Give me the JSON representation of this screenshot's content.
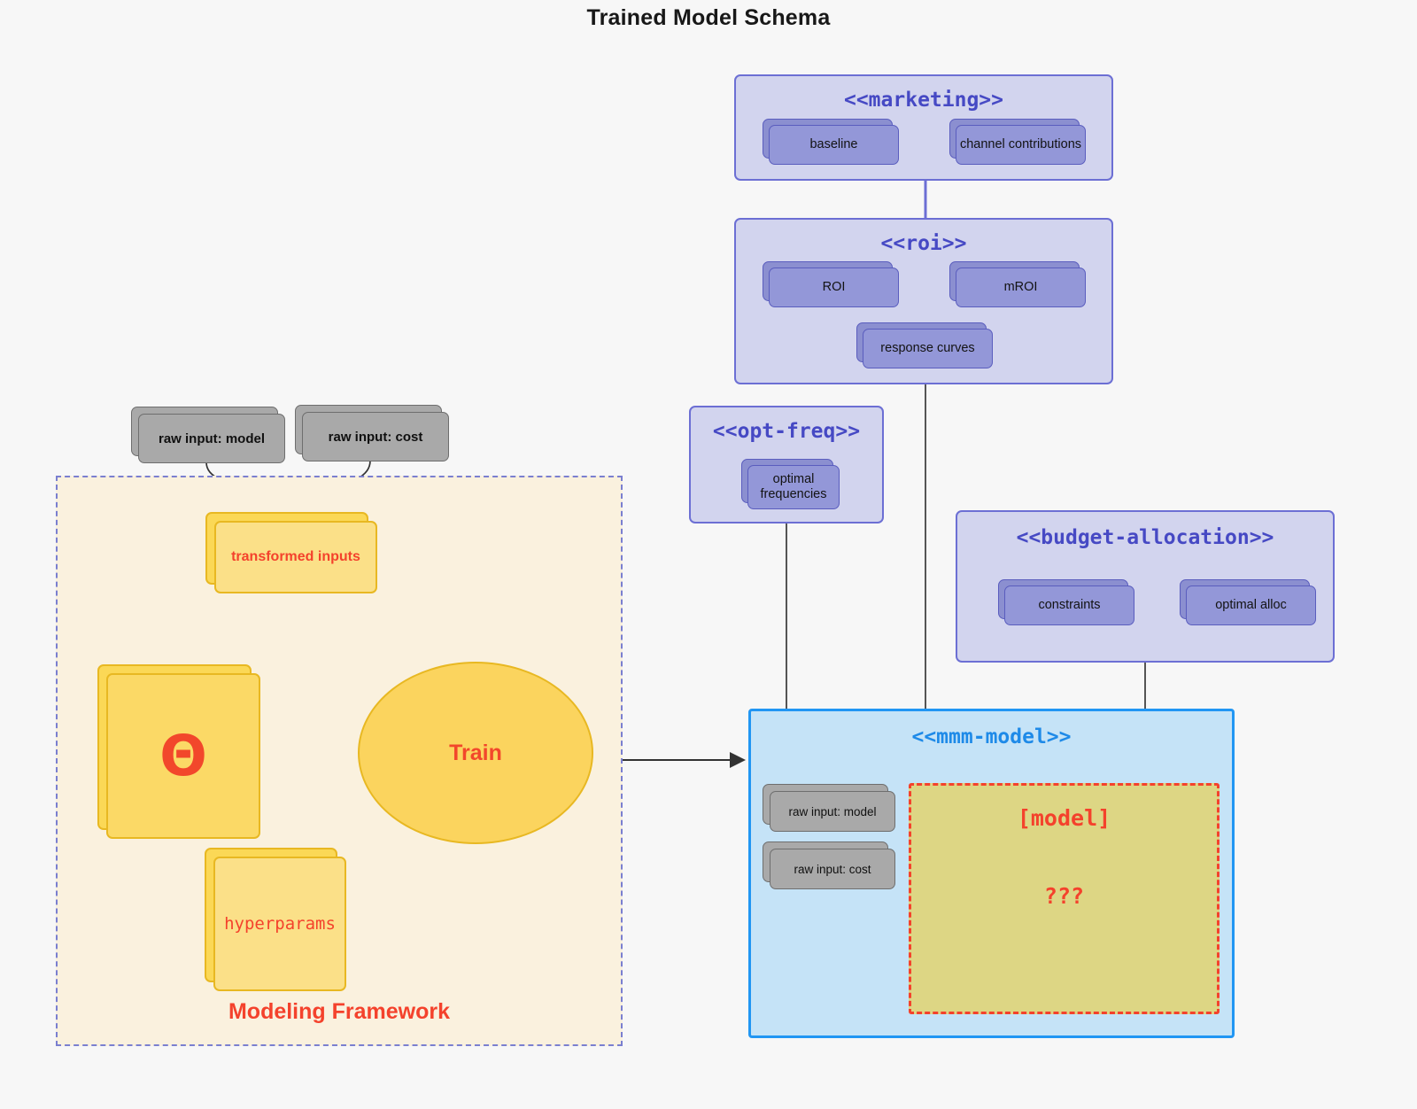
{
  "title": "Trained Model Schema",
  "packages": [
    {
      "id": "marketing",
      "stereotype": "<<marketing>>",
      "items": [
        {
          "label": "baseline"
        },
        {
          "label": "channel contributions"
        }
      ]
    },
    {
      "id": "roi",
      "stereotype": "<<roi>>",
      "items": [
        {
          "label": "ROI"
        },
        {
          "label": "mROI"
        },
        {
          "label": "response curves"
        }
      ]
    },
    {
      "id": "opt-freq",
      "stereotype": "<<opt-freq>>",
      "items": [
        {
          "label": "optimal\nfrequencies"
        }
      ]
    },
    {
      "id": "budget-allocation",
      "stereotype": "<<budget-allocation>>",
      "items": [
        {
          "label": "constraints"
        },
        {
          "label": "optimal alloc"
        }
      ]
    },
    {
      "id": "mmm-model",
      "stereotype": "<<mmm-model>>",
      "items": [
        {
          "label": "raw input: model"
        },
        {
          "label": "raw input: cost"
        }
      ],
      "placeholder": {
        "name": "[model]",
        "unknown": "???"
      }
    }
  ],
  "framework": {
    "label": "Modeling Framework",
    "raw_inputs": [
      {
        "label": "raw input: model"
      },
      {
        "label": "raw input: cost"
      }
    ],
    "transformed_inputs": "transformed inputs",
    "theta": "Θ",
    "hyperparams": "hyperparams",
    "train": "Train"
  },
  "colors": {
    "package_fill": "#d2d4ee",
    "package_border": "#6c6fd4",
    "package_title": "#4649c4",
    "inner_note_fill": "#9397d8",
    "inner_note_border": "#5a5dbe",
    "model_package_fill": "#c5e3f7",
    "model_package_border": "#2196f3",
    "model_package_title": "#1e8ae8",
    "framework_fill": "#faf1de",
    "framework_border": "#7a7fd0",
    "yellow_fill": "#fbd966",
    "yellow_border": "#e8b822",
    "accent_red": "#f4422c",
    "gray_note_fill": "#a9a9a9",
    "gray_note_border": "#6e6e6e",
    "model_box_fill": "#ddd684",
    "background": "#f7f7f7"
  },
  "chart_data": {
    "type": "diagram",
    "title": "Trained Model Schema",
    "nodes": [
      "raw input: model",
      "raw input: cost",
      "transformed inputs",
      "Θ",
      "hyperparams",
      "Train",
      "Modeling Framework",
      "<<marketing>>",
      "baseline",
      "channel contributions",
      "<<roi>>",
      "ROI",
      "mROI",
      "response curves",
      "<<opt-freq>>",
      "optimal frequencies",
      "<<budget-allocation>>",
      "constraints",
      "optimal alloc",
      "<<mmm-model>>",
      "[model]",
      "???"
    ],
    "edges": [
      {
        "from": "raw input: model",
        "to": "transformed inputs"
      },
      {
        "from": "raw input: cost",
        "to": "transformed inputs"
      },
      {
        "from": "transformed inputs",
        "to": "Train"
      },
      {
        "from": "Θ",
        "to": "Train"
      },
      {
        "from": "hyperparams",
        "to": "Train"
      },
      {
        "from": "Modeling Framework",
        "to": "<<mmm-model>>"
      },
      {
        "from": "<<marketing>>",
        "to": "<<roi>>"
      },
      {
        "from": "<<roi>>",
        "to": "<<mmm-model>>"
      },
      {
        "from": "<<opt-freq>>",
        "to": "<<mmm-model>>"
      },
      {
        "from": "<<budget-allocation>>",
        "to": "<<mmm-model>>"
      },
      {
        "from": "baseline",
        "to": "channel contributions",
        "bidir": true
      },
      {
        "from": "ROI",
        "to": "mROI",
        "bidir": true
      },
      {
        "from": "constraints",
        "to": "optimal alloc",
        "bidir": true
      }
    ]
  }
}
